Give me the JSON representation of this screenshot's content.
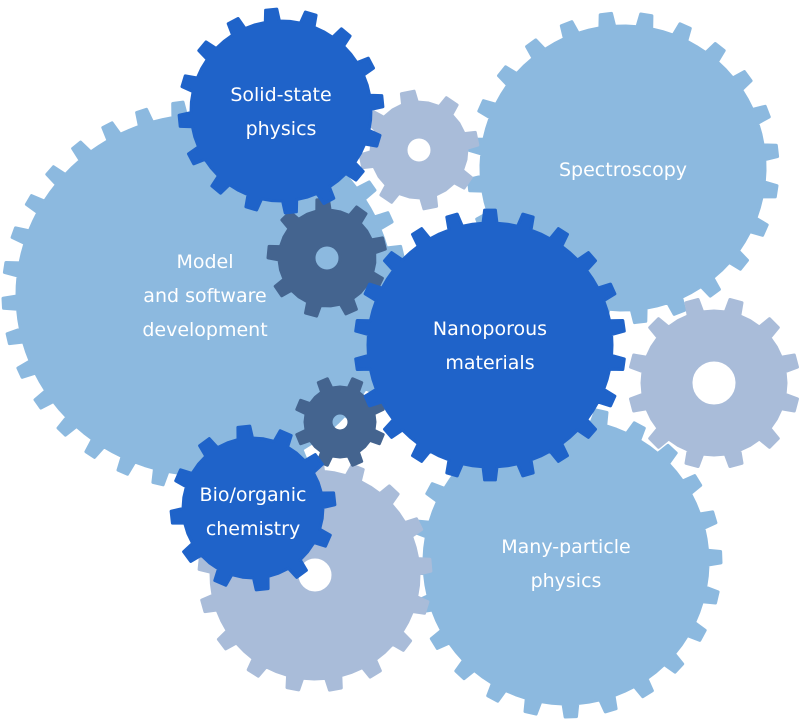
{
  "colors": {
    "dark_blue": "#1f63c9",
    "light_blue": "#8cb9df",
    "grey_blue": "#a9bcd9",
    "slate": "#44648f",
    "text": "#ffffff"
  },
  "gears": [
    {
      "id": "model-software",
      "style": "light_blue",
      "lines": [
        "Model",
        "and software",
        "development"
      ]
    },
    {
      "id": "spectroscopy",
      "style": "light_blue",
      "lines": [
        "Spectroscopy"
      ]
    },
    {
      "id": "many-particle",
      "style": "light_blue",
      "lines": [
        "Many-particle",
        "physics"
      ]
    },
    {
      "id": "grey-bottom",
      "style": "grey_blue",
      "lines": []
    },
    {
      "id": "grey-right",
      "style": "grey_blue",
      "lines": []
    },
    {
      "id": "grey-top",
      "style": "grey_blue",
      "lines": []
    },
    {
      "id": "slate-upper",
      "style": "slate",
      "lines": []
    },
    {
      "id": "slate-lower",
      "style": "slate",
      "lines": []
    },
    {
      "id": "solid-state",
      "style": "dark_blue",
      "lines": [
        "Solid-state",
        "physics"
      ]
    },
    {
      "id": "nanoporous",
      "style": "dark_blue",
      "lines": [
        "Nanoporous",
        "materials"
      ]
    },
    {
      "id": "bio-organic",
      "style": "dark_blue",
      "lines": [
        "Bio/organic",
        "chemistry"
      ]
    }
  ]
}
